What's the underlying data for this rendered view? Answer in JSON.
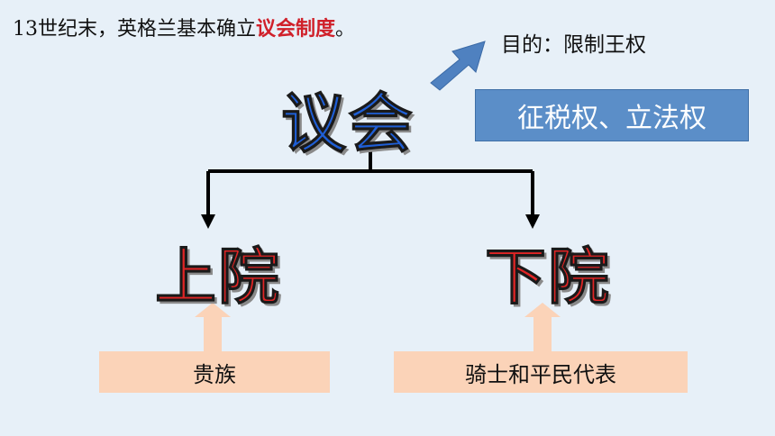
{
  "intro": {
    "prefix": "13世纪末，英格兰基本确立",
    "highlight": "议会制度",
    "suffix": "。"
  },
  "purpose": "目的：限制王权",
  "parliament": "议会",
  "powers": "征税权、立法权",
  "upper_house": "上院",
  "lower_house": "下院",
  "upper_members": "贵族",
  "lower_members": "骑士和平民代表"
}
